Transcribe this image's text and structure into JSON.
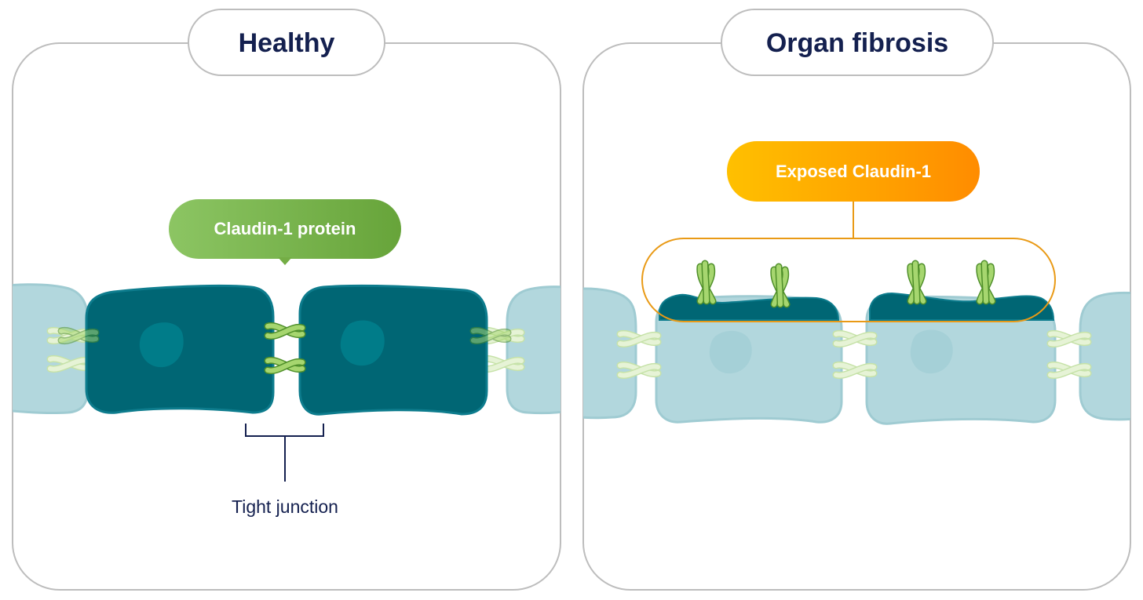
{
  "panels": {
    "healthy": {
      "title": "Healthy",
      "bubble_label": "Claudin-1 protein",
      "junction_caption": "Tight junction"
    },
    "fibrosis": {
      "title": "Organ fibrosis",
      "bubble_label": "Exposed Claudin-1"
    }
  },
  "colors": {
    "frame": "#bdbdbd",
    "title_text": "#14204f",
    "cell_dark": "#006674",
    "cell_dark_border": "#0d7c8d",
    "cell_light": "#b2d7dd",
    "protein_green": "#9ed26b",
    "protein_pale": "#dff0c8",
    "bubble_green_start": "#8cc563",
    "bubble_green_end": "#67a43a",
    "bubble_orange_start": "#ffc000",
    "bubble_orange_end": "#ff8c00",
    "callout_outline": "#e99a16"
  }
}
